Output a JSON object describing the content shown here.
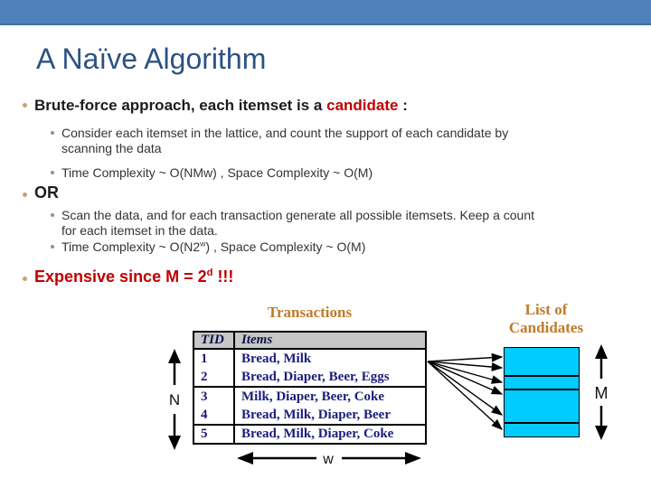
{
  "slide": {
    "title": "A Naïve Algorithm"
  },
  "bullets": {
    "b1": {
      "pre": "Brute-force approach, each itemset is a ",
      "highlight": "candidate",
      "post": " :"
    },
    "s1": {
      "line1": "Consider each itemset in the lattice, and count the support of each candidate by",
      "line2": "scanning the data"
    },
    "s2": {
      "text": "Time Complexity ~ O(NMw) , Space Complexity ~ O(M)"
    },
    "b2": {
      "text": "OR"
    },
    "s3": {
      "line1": "Scan the data, and for each transaction generate all possible itemsets. Keep a count",
      "line2": "for each itemset in the data."
    },
    "s4": {
      "pre": "Time Complexity ~ O(N2",
      "sup": "w",
      "post": ") , Space Complexity ~ O(M)"
    },
    "b3": {
      "pre": "Expensive since M = 2",
      "sup": "d",
      "post": " !!!"
    }
  },
  "figure": {
    "transactions_label": "Transactions",
    "candidates_label_line1": "List of",
    "candidates_label_line2": "Candidates",
    "n_label": "N",
    "m_label": "M",
    "w_label": "w",
    "table": {
      "columns": [
        "TID",
        "Items"
      ],
      "rows": [
        {
          "tid": "1",
          "items": "Bread, Milk"
        },
        {
          "tid": "2",
          "items": "Bread, Diaper, Beer, Eggs"
        },
        {
          "tid": "3",
          "items": "Milk, Diaper, Beer, Coke"
        },
        {
          "tid": "4",
          "items": "Bread, Milk, Diaper, Beer"
        },
        {
          "tid": "5",
          "items": "Bread, Milk, Diaper, Coke"
        }
      ]
    },
    "colors": {
      "accent_bar": "#4e80b9",
      "title_blue": "#2b5283",
      "highlight_red": "#c00000",
      "label_orange": "#c07b2a",
      "table_navy": "#1c1c7c",
      "candidate_fill": "#00ccff",
      "header_gray": "#c7c7c7"
    }
  }
}
